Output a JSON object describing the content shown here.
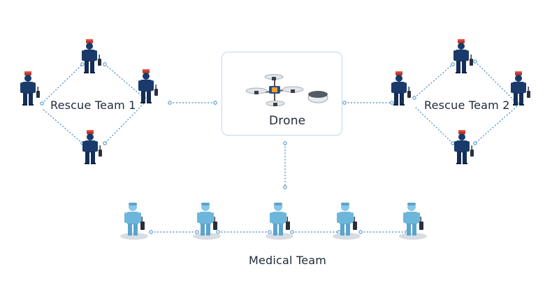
{
  "rescue_team_1": {
    "label": "Rescue Team 1"
  },
  "rescue_team_2": {
    "label": "Rescue Team 2"
  },
  "drone": {
    "label": "Drone"
  },
  "medical_team": {
    "label": "Medical Team"
  },
  "colors": {
    "rescue_uniform": "#1a3a6b",
    "helmet": "#c0392b",
    "medic_uniform": "#6cb6dc",
    "link": "#3a86c8",
    "box_border": "#bfd9ea"
  }
}
